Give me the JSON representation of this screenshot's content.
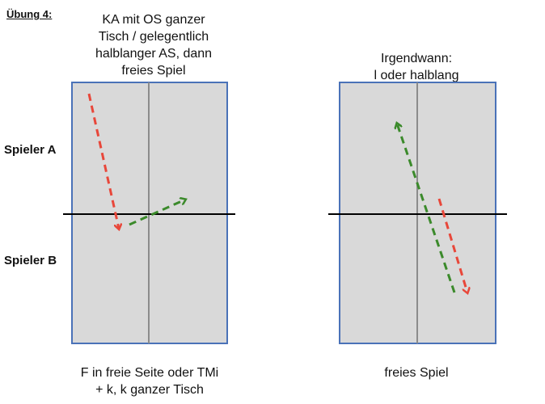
{
  "title": "Übung 4:",
  "left_header": [
    "KA mit OS ganzer",
    "Tisch / gelegentlich",
    "halblanger AS, dann",
    "freies Spiel"
  ],
  "right_header": [
    "Irgendwann:",
    "l oder halblang"
  ],
  "player_a": "Spieler A",
  "player_b": "Spieler B",
  "left_footer": [
    "F in freie Seite oder TMi",
    "+ k, k ganzer Tisch"
  ],
  "right_footer": "freies Spiel",
  "colors": {
    "table_fill": "#d9d9d9",
    "table_border": "#4a72b8",
    "center_line": "#8c8c8c",
    "net": "#000000",
    "arrow_red": "#e8473a",
    "arrow_green": "#3b8a2b"
  }
}
